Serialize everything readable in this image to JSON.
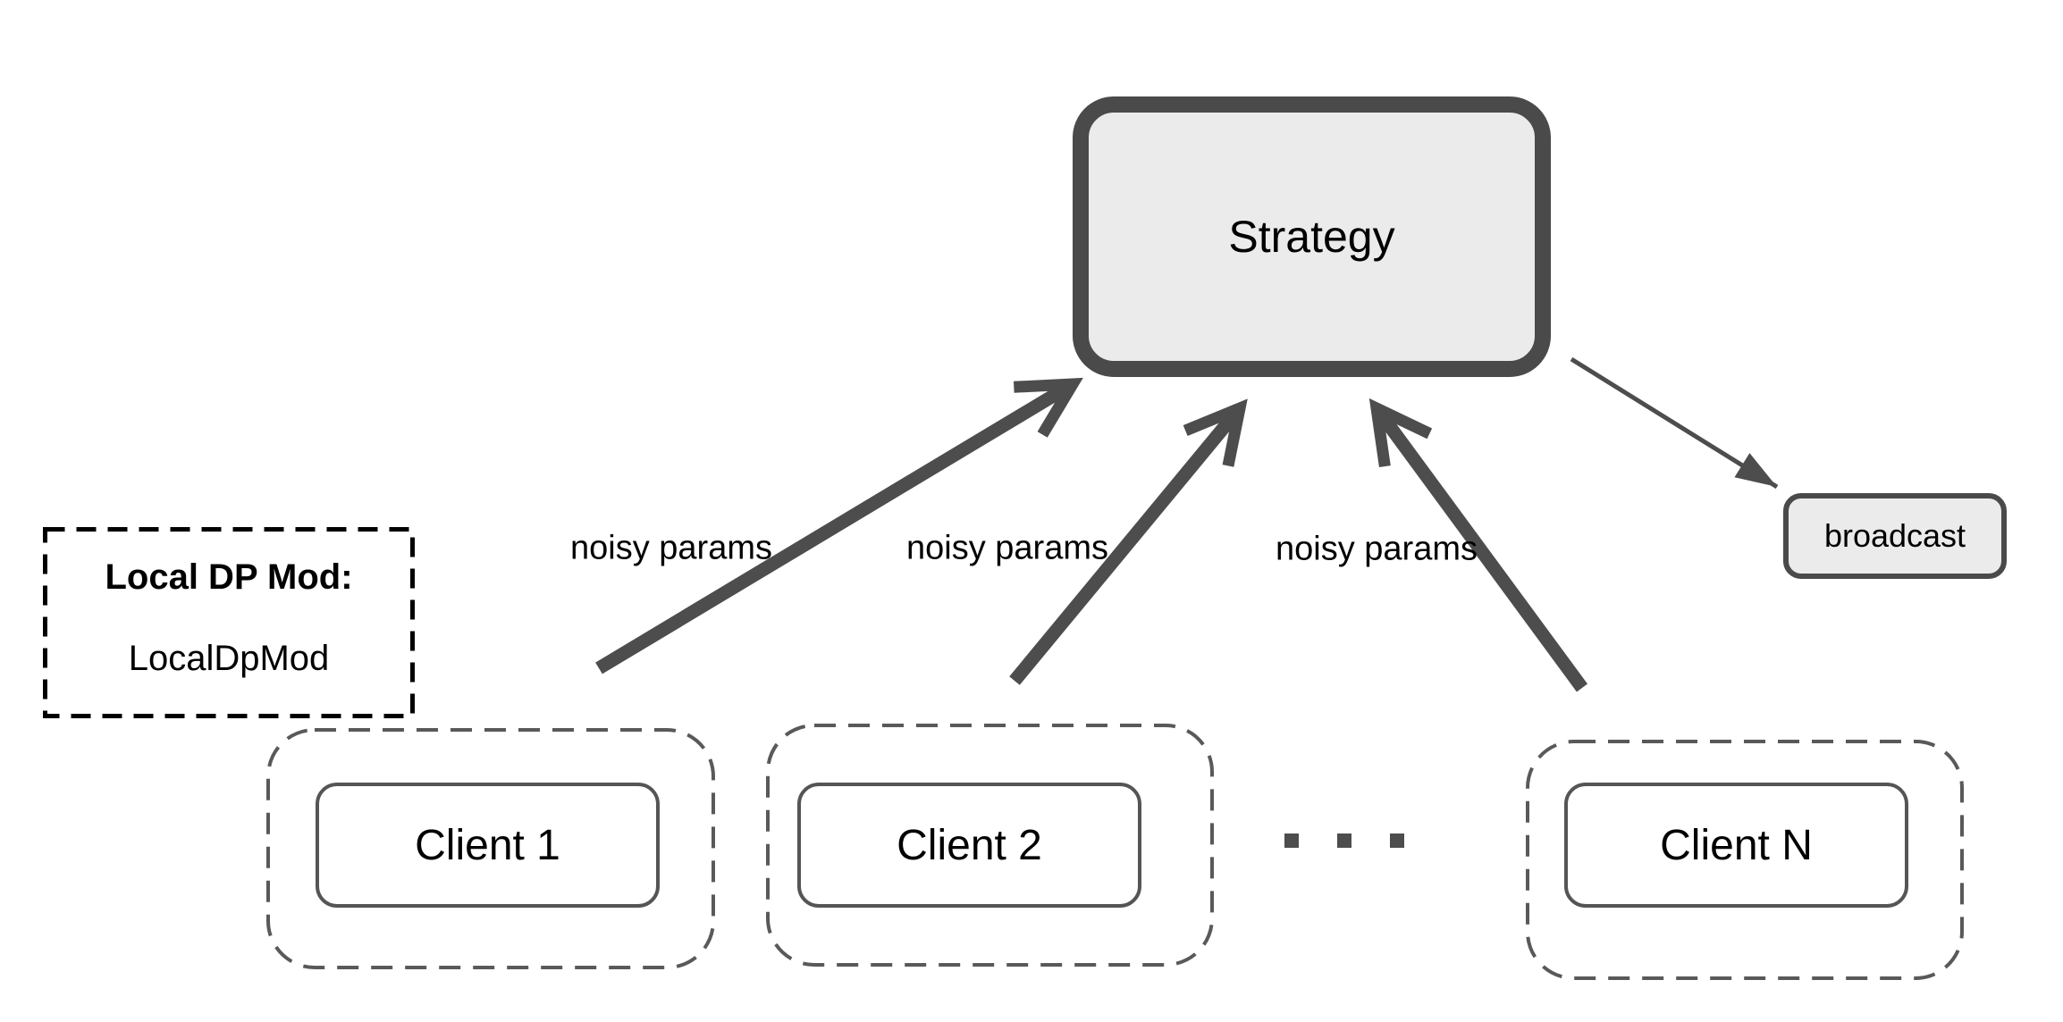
{
  "diagram": {
    "strategy": {
      "label": "Strategy"
    },
    "broadcast": {
      "label": "broadcast"
    },
    "local_dp": {
      "title": "Local DP Mod:",
      "value": "LocalDpMod"
    },
    "clients": [
      {
        "label": "Client 1"
      },
      {
        "label": "Client 2"
      },
      {
        "label": "Client N"
      }
    ],
    "edge_labels": [
      {
        "text": "noisy params"
      },
      {
        "text": "noisy params"
      },
      {
        "text": "noisy params"
      }
    ],
    "colors": {
      "node_fill": "#ebebeb",
      "node_border": "#4a4a4a",
      "arrow": "#4d4d4d",
      "client_dashed_border": "#595959",
      "local_dp_border": "#000000",
      "text": "#000000",
      "background": "#ffffff"
    }
  }
}
